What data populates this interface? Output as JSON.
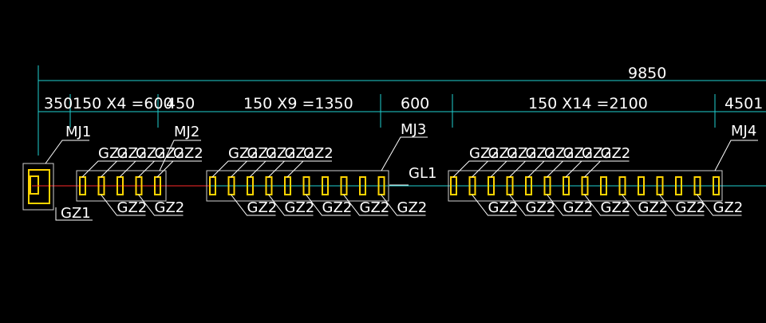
{
  "dimensions": {
    "total": "9850",
    "segments": [
      "350",
      "150 X4 =600",
      "450",
      "150 X9 =1350",
      "600",
      "150 X14 =2100",
      "4501"
    ]
  },
  "labels": {
    "mj1": "MJ1",
    "mj2": "MJ2",
    "mj3": "MJ3",
    "mj4": "MJ4",
    "gl1": "GL1",
    "gz1": "GZ1",
    "gz2": "GZ2"
  },
  "groups": [
    {
      "name": "group-1",
      "bar_count": 5
    },
    {
      "name": "group-2",
      "bar_count": 10
    },
    {
      "name": "group-3",
      "bar_count": 15
    }
  ],
  "colors": {
    "background": "#000000",
    "dimension": "#1fd0d0",
    "bar": "#ffd400",
    "text": "#ffffff",
    "outline": "#cfcfcf",
    "center": "#ff2a2a"
  }
}
